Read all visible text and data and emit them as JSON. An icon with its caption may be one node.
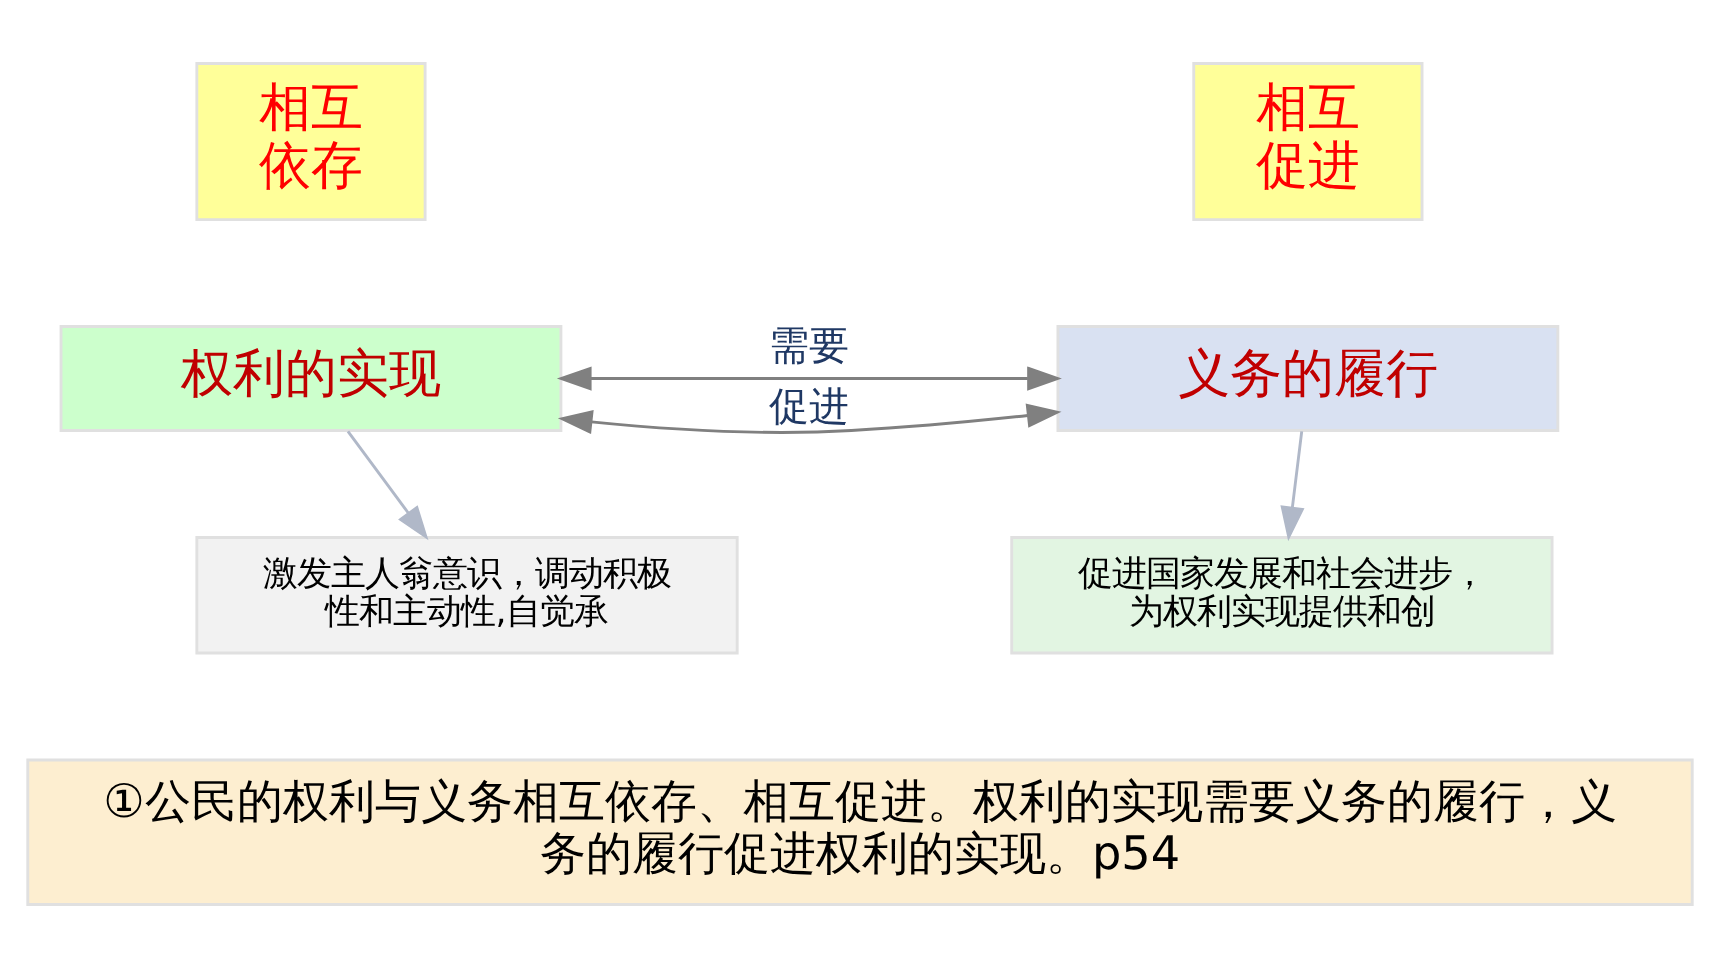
{
  "diagram": {
    "nodes": [
      {
        "text": [
          "相互依存"
        ]
      },
      {
        "text": [
          "相互促进"
        ]
      },
      {
        "text": [
          "权利的实现"
        ]
      },
      {
        "text": [
          "义务的履行"
        ]
      },
      {
        "text": [
          "激发主人翁意识，调动积极性和主动性,自觉承"
        ]
      },
      {
        "text": [
          "促进国家发展和社会进步，为权利实现提供和创"
        ]
      },
      {
        "text": [
          "①公民的权利与义务相互依存、相互促进。权利的实现需要义务的履行，义务的履行促进权利的实现。p54"
        ]
      }
    ],
    "edges": [
      {
        "from": 2,
        "to": 3,
        "arrow": "both",
        "label": "需要",
        "color": "#808080"
      },
      {
        "from": 2,
        "to": 3,
        "arrow": "both",
        "label": "促进",
        "color": "#808080"
      },
      {
        "from": 2,
        "to": 4,
        "arrow": "to",
        "color": "#b0b8c8"
      },
      {
        "from": 3,
        "to": 5,
        "arrow": "to",
        "color": "#b0b8c8"
      }
    ]
  }
}
